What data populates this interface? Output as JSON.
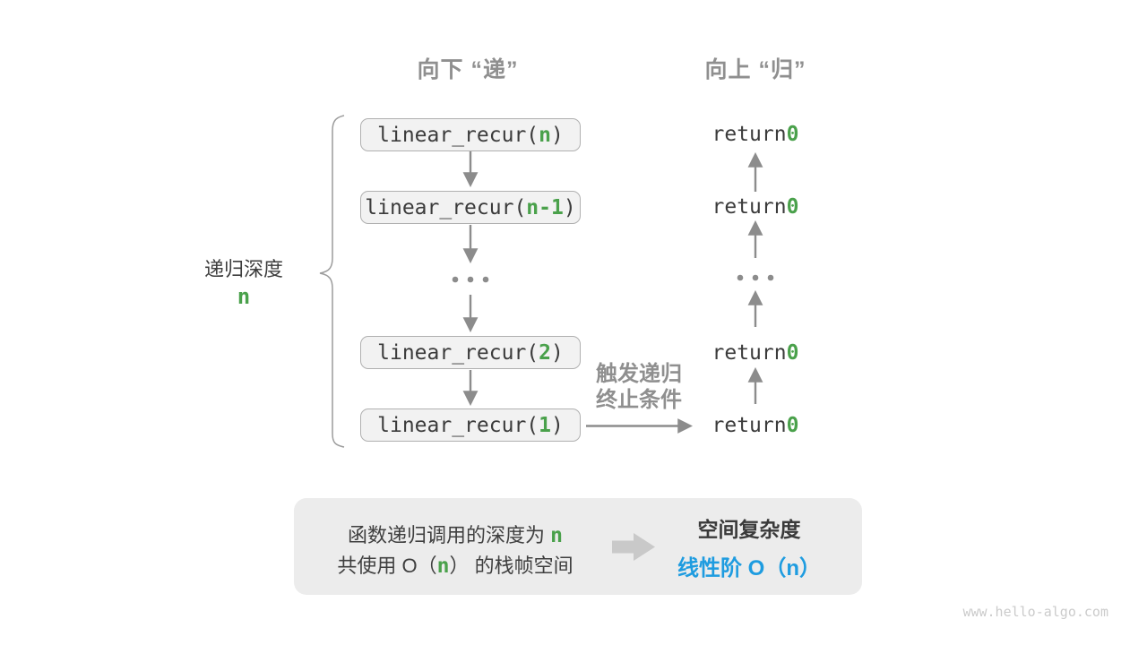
{
  "headers": {
    "descend": "向下 “递”",
    "ascend": "向上 “归”"
  },
  "depth_brace": {
    "label": "递归深度",
    "value": "n"
  },
  "stack": {
    "boxes": [
      {
        "prefix": "linear_recur(",
        "arg": "n",
        "suffix": ")"
      },
      {
        "prefix": "linear_recur(",
        "arg": "n-1",
        "suffix": ")"
      },
      {
        "prefix": "linear_recur(",
        "arg": "2",
        "suffix": ")"
      },
      {
        "prefix": "linear_recur(",
        "arg": "1",
        "suffix": ")"
      }
    ],
    "ellipsis": "..."
  },
  "returns": {
    "rows": [
      {
        "prefix": "return ",
        "value": "0"
      },
      {
        "prefix": "return ",
        "value": "0"
      },
      {
        "prefix": "return ",
        "value": "0"
      },
      {
        "prefix": "return ",
        "value": "0"
      }
    ],
    "ellipsis": "..."
  },
  "trigger": {
    "line1": "触发递归",
    "line2": "终止条件"
  },
  "summary": {
    "cause_line1_prefix": "函数递归调用的深度为 ",
    "cause_line1_value": "n",
    "cause_line2_prefix": "共使用 O（",
    "cause_line2_value": "n",
    "cause_line2_suffix": "） 的栈帧空间",
    "effect_title": "空间复杂度",
    "effect_value": "线性阶 O（n）"
  },
  "watermark": "www.hello-algo.com",
  "colors": {
    "green_accent": "#4AA14B",
    "blue_accent": "#1E9CE0",
    "gray_label": "#8F8F8F",
    "arrow_gray": "#8C8C8C",
    "box_fill": "#F2F2F2",
    "box_border": "#B0B0B0",
    "summary_fill": "#ECECEC",
    "code_text": "#3B3B3B",
    "watermark_gray": "#CBCBCB"
  }
}
